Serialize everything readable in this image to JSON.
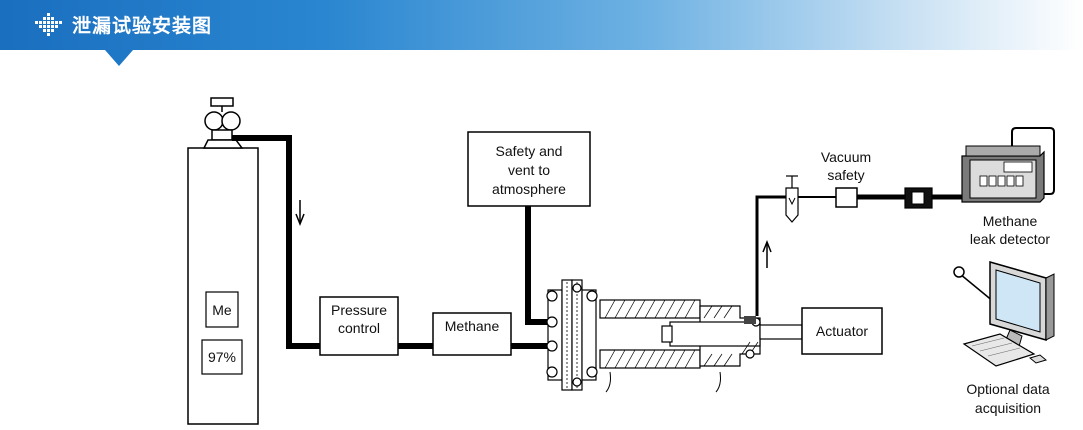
{
  "header": {
    "title": "泄漏试验安装图",
    "icon": "dotted-diamond-icon"
  },
  "diagram": {
    "cylinder": {
      "gas_label": "Me",
      "concentration": "97%"
    },
    "pressure_control": {
      "line1": "Pressure",
      "line2": "control"
    },
    "methane_box": {
      "label": "Methane"
    },
    "safety_vent": {
      "line1": "Safety and",
      "line2": "vent to",
      "line3": "atmosphere"
    },
    "actuator": {
      "label": "Actuator"
    },
    "vacuum_safety": {
      "line1": "Vacuum",
      "line2": "safety"
    },
    "leak_detector": {
      "line1": "Methane",
      "line2": "leak detector"
    },
    "data_acquisition": {
      "line1": "Optional data",
      "line2": "acquisition"
    }
  },
  "colors": {
    "banner_start": "#1a6fbf",
    "banner_end": "#ffffff",
    "line": "#000000"
  }
}
